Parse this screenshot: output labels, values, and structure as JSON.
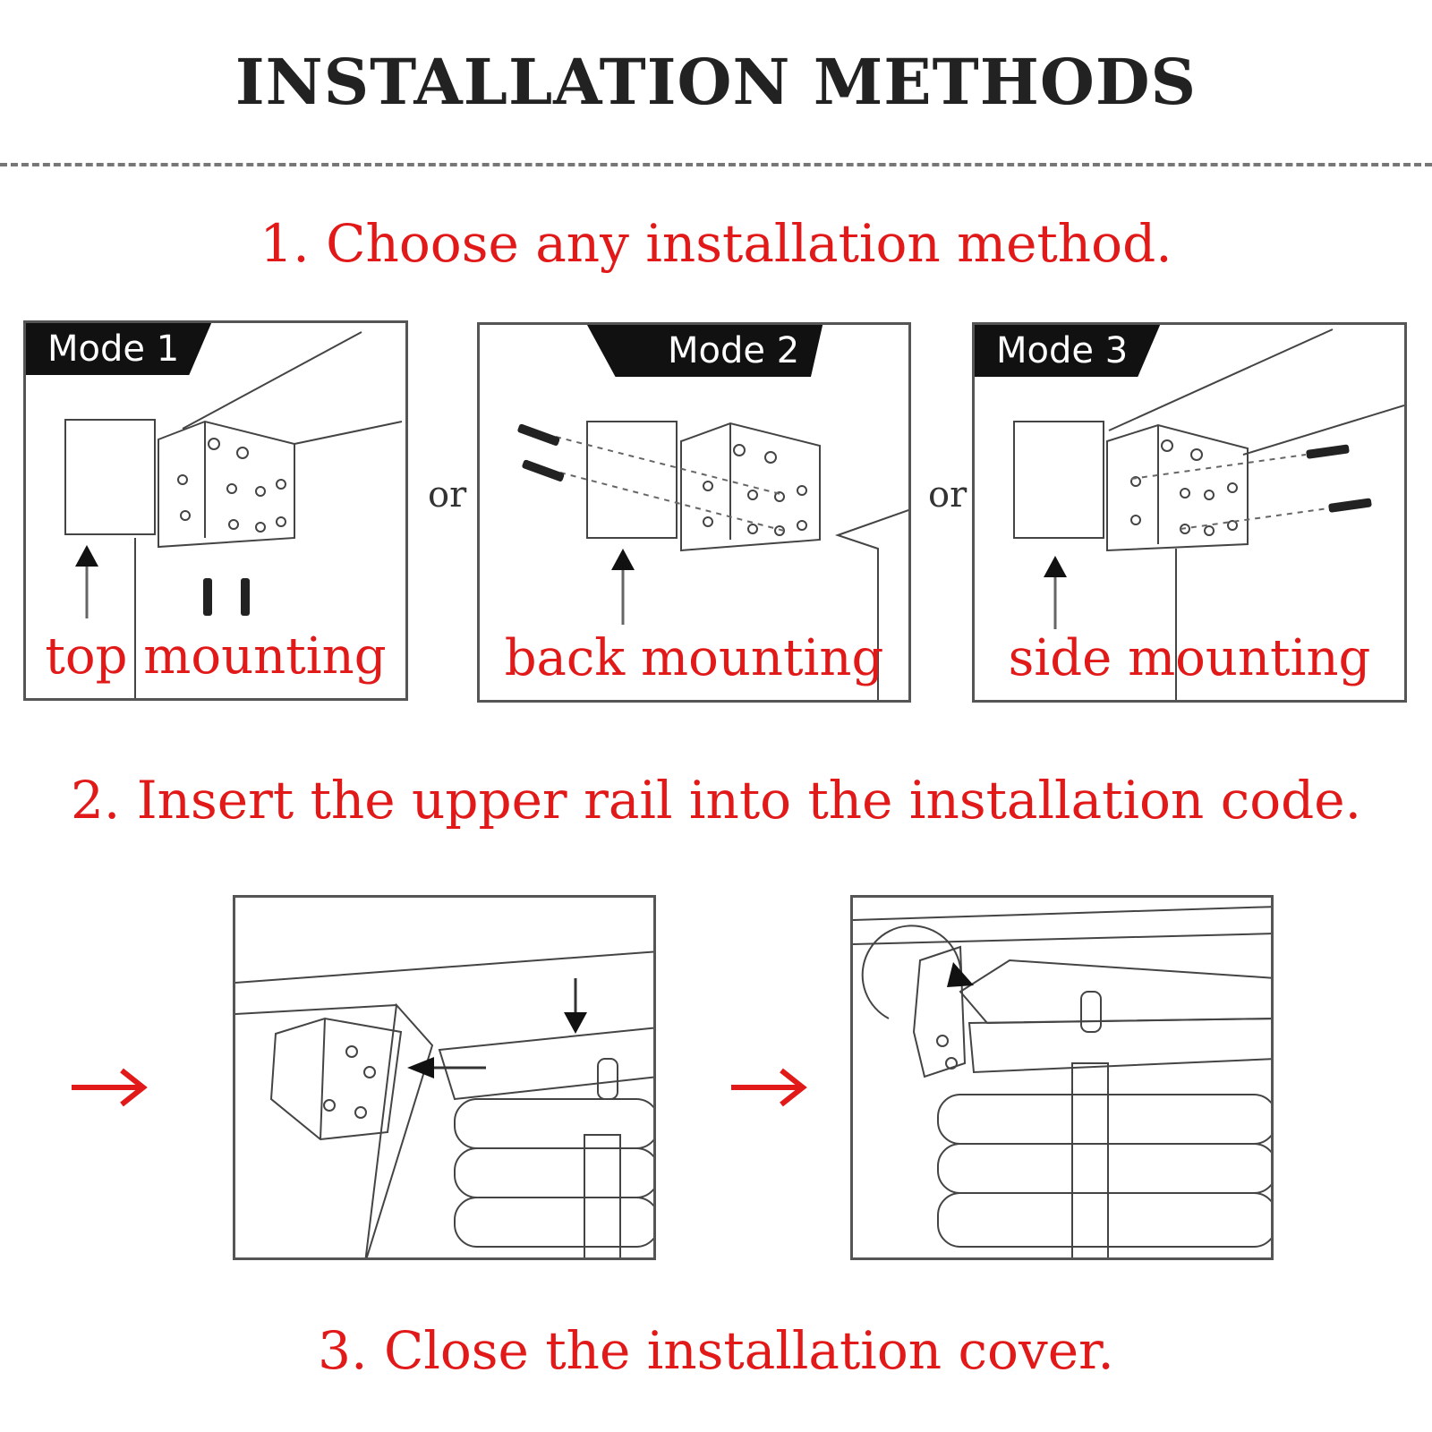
{
  "title": "INSTALLATION METHODS",
  "steps": {
    "step1": "1. Choose any installation method.",
    "step2": "2. Insert the upper rail into the installation code.",
    "step3": "3. Close the installation cover."
  },
  "modes": [
    {
      "tag": "Mode 1",
      "label": "top mounting"
    },
    {
      "tag": "Mode 2",
      "label": "back mounting"
    },
    {
      "tag": "Mode 3",
      "label": "side mounting"
    }
  ],
  "separator_word": "or",
  "colors": {
    "accent": "#e11919",
    "title": "#222222",
    "line": "#555555"
  },
  "icons": {
    "step_arrow": "red-right-arrow-icon",
    "screw": "screw-icon",
    "direction": "black-arrow-icon"
  }
}
